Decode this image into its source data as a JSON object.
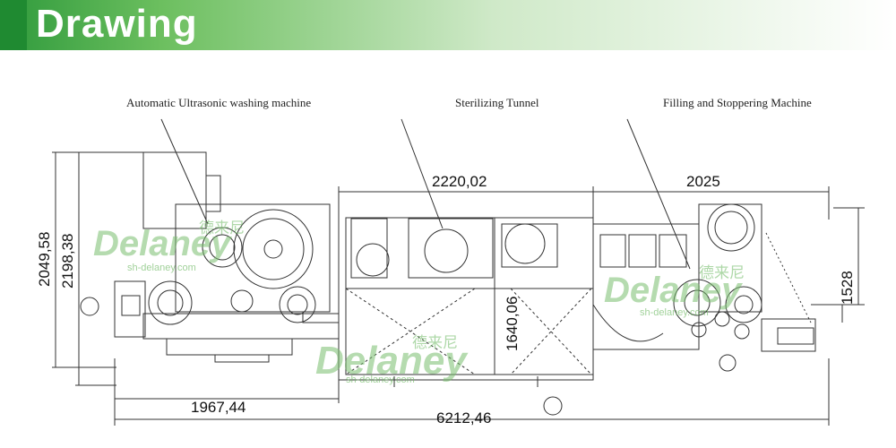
{
  "header": {
    "title": "Drawing"
  },
  "labels": {
    "washing": "Automatic Ultrasonic washing machine",
    "tunnel": "Sterilizing   Tunnel",
    "filling": "Filling and Stoppering Machine"
  },
  "dimensions": {
    "tunnel_length": "2220,02",
    "filling_length": "2025",
    "height_outer": "2049,58",
    "height_inner": "2198,38",
    "filling_height": "1528",
    "tunnel_width": "1640,06",
    "washer_length": "1967,44",
    "total_length": "6212,46"
  },
  "watermark": {
    "brand": "Delaney",
    "site": "sh-delaney.com",
    "chinese": "德来尼"
  },
  "colors": {
    "brand_green": "#2f9a3c",
    "watermark_green": "#8cc87a"
  }
}
